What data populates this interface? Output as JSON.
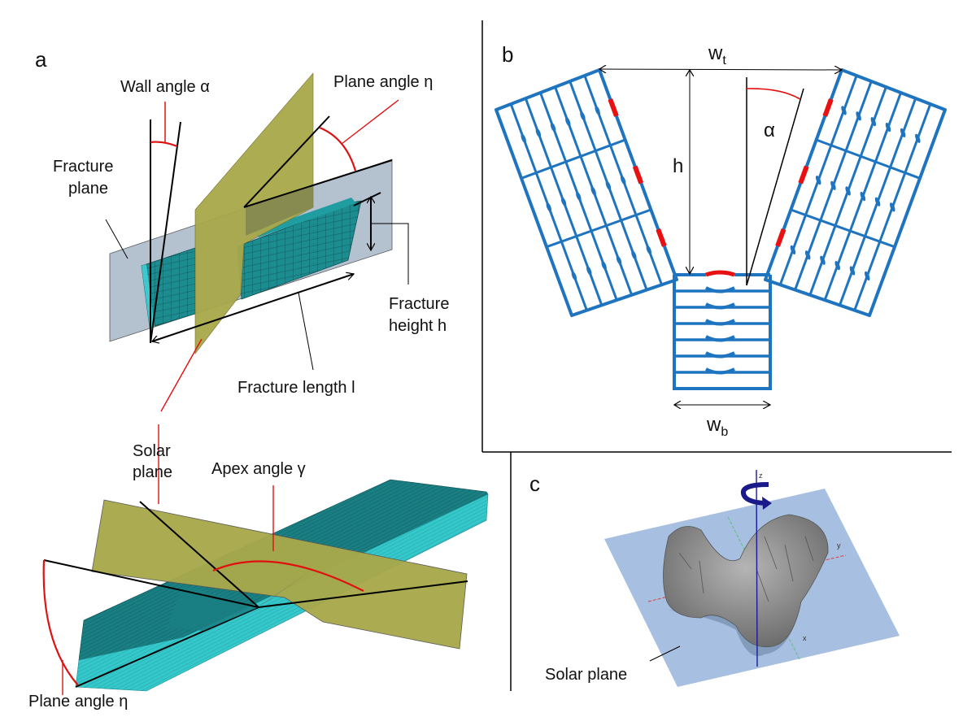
{
  "figure": {
    "panel_a": {
      "letter": "a",
      "labels": {
        "wall_angle": "Wall angle α",
        "plane_angle_top": "Plane angle η",
        "fracture_plane_1": "Fracture",
        "fracture_plane_2": "plane",
        "fracture_height_1": "Fracture",
        "fracture_height_2": "height h",
        "fracture_length": "Fracture length l",
        "solar_plane_1": "Solar",
        "solar_plane_2": "plane",
        "apex_angle": "Apex angle γ",
        "plane_angle_bottom": "Plane angle η"
      }
    },
    "panel_b": {
      "letter": "b",
      "labels": {
        "w_top": "w",
        "w_top_sub": "t",
        "height": "h",
        "alpha": "α",
        "w_bottom": "w",
        "w_bottom_sub": "b"
      }
    },
    "panel_c": {
      "letter": "c",
      "labels": {
        "solar_plane": "Solar plane",
        "axis_z": "z",
        "axis_y": "y",
        "axis_x": "x"
      }
    },
    "colors": {
      "fracture_blue": "#1f74c0",
      "highlight_red": "#e81010",
      "solar_plane_olive": "#a8a84a",
      "mesh_teal": "#1a8a8e",
      "mesh_cyan": "#2fc9cc",
      "fracture_plane_gray": "#b3c0cf",
      "comet_plane_blue": "#a7bfe0",
      "rotation_arrow_navy": "#1a1a8a"
    }
  }
}
